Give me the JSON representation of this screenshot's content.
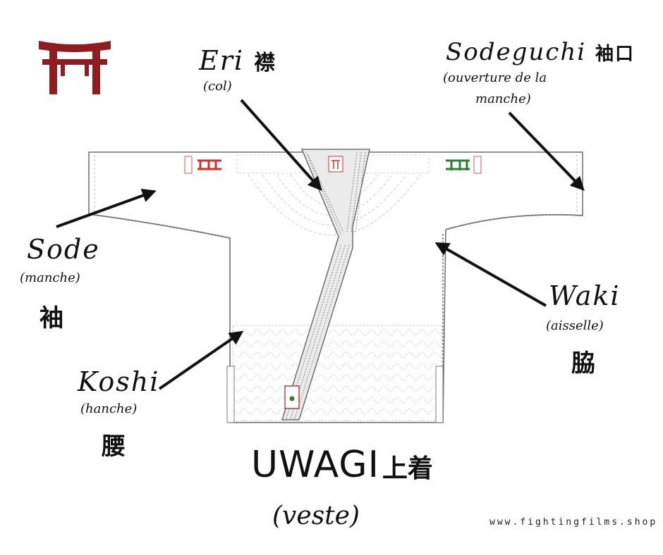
{
  "title": {
    "romaji": "UWAGI",
    "kanji": "上着",
    "translation": "(veste)"
  },
  "labels": {
    "eri": {
      "romaji": "Eri",
      "kanji": "襟",
      "translation": "(col)"
    },
    "sodeguchi": {
      "romaji": "Sodeguchi",
      "kanji": "袖口",
      "translation_line1": "(ouverture de la",
      "translation_line2": "manche)"
    },
    "sode": {
      "romaji": "Sode",
      "translation": "(manche)",
      "kanji": "袖"
    },
    "waki": {
      "romaji": "Waki",
      "translation": "(aisselle)",
      "kanji": "脇"
    },
    "koshi": {
      "romaji": "Koshi",
      "translation": "(hanche)",
      "kanji": "腰"
    }
  },
  "footer": {
    "url": "www.fightingfilms.shop"
  },
  "colors": {
    "torii": "#8f1d1f",
    "ink": "#111111",
    "outline": "#6e6e6e",
    "patch_red": "#d32f2f",
    "patch_green": "#2e7d32"
  },
  "logo": {
    "icon": "torii-gate-icon"
  }
}
